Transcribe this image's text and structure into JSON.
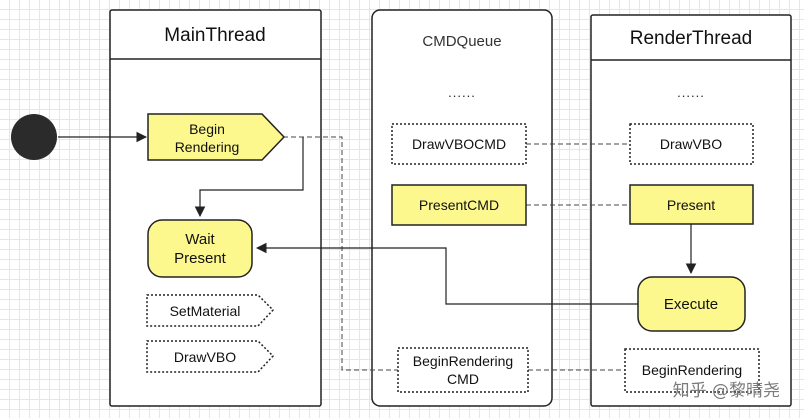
{
  "lanes": {
    "main": {
      "title": "MainThread"
    },
    "queue": {
      "title": "CMDQueue"
    },
    "render": {
      "title": "RenderThread"
    }
  },
  "main": {
    "begin_rendering": [
      "Begin",
      "Rendering"
    ],
    "wait_present": [
      "Wait",
      "Present"
    ],
    "set_material": "SetMaterial",
    "draw_vbo": "DrawVBO"
  },
  "queue": {
    "ellipsis": "......",
    "draw_vbo_cmd": "DrawVBOCMD",
    "present_cmd": "PresentCMD",
    "begin_rendering_cmd": [
      "BeginRendering",
      "CMD"
    ]
  },
  "render": {
    "ellipsis": "......",
    "draw_vbo": "DrawVBO",
    "present": "Present",
    "execute": "Execute",
    "begin_rendering": "BeginRendering"
  },
  "watermark": "知乎 @黎晴尧",
  "colors": {
    "node_fill": "#fdf88e",
    "stroke": "#222222",
    "start_dot": "#2b2b2b"
  }
}
